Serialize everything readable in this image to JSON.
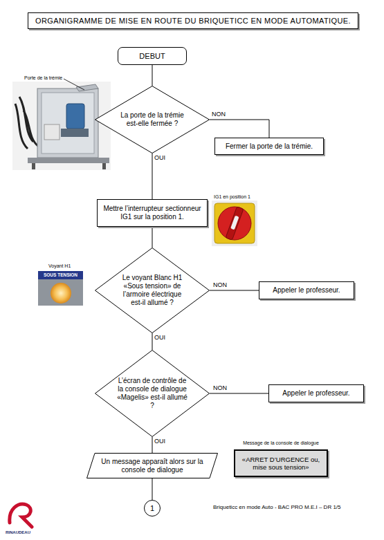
{
  "diagram": {
    "title": "ORGANIGRAMME DE MISE EN ROUTE DU BRIQUETICC EN MODE AUTOMATIQUE.",
    "nodes": [
      {
        "text": [
          "DEBUT"
        ]
      },
      {
        "text": [
          "La porte de la trémie est-elle fermée ?"
        ]
      },
      {
        "text": [
          "Fermer la porte de la trémie."
        ]
      },
      {
        "text": [
          "Mettre l’interrupteur sectionneur IG1 sur la position 1."
        ]
      },
      {
        "text": [
          "Le voyant Blanc H1 «Sous tension» de l’armoire électrique est-il allumé ?"
        ]
      },
      {
        "text": [
          "Appeler le professeur."
        ]
      },
      {
        "text": [
          "L’écran de contrôle de la console de dialogue «Magelis» est-il allumé ?"
        ]
      },
      {
        "text": [
          "Appeler le professeur."
        ]
      },
      {
        "text": [
          "Un message apparaît alors sur la console de dialogue"
        ]
      },
      {
        "text": [
          "Message de la console de dialogue",
          "«ARRET D’URGENCE ou, mise sous tension»"
        ]
      },
      {
        "text": [
          "1"
        ]
      }
    ],
    "edges": [
      {
        "from": 0,
        "to": 1,
        "arrow": "none"
      },
      {
        "from": 1,
        "to": 2,
        "label": "NON",
        "arrow": "none"
      },
      {
        "from": 1,
        "to": 3,
        "label": "OUI",
        "arrow": "none"
      },
      {
        "from": 3,
        "to": 4,
        "arrow": "none"
      },
      {
        "from": 4,
        "to": 5,
        "label": "NON",
        "arrow": "none"
      },
      {
        "from": 4,
        "to": 6,
        "label": "OUI",
        "arrow": "none"
      },
      {
        "from": 6,
        "to": 7,
        "label": "NON",
        "arrow": "none"
      },
      {
        "from": 6,
        "to": 8,
        "label": "OUI",
        "arrow": "none"
      },
      {
        "from": 8,
        "to": 10,
        "arrow": "none"
      }
    ],
    "labels": [
      "Porte de la trémie",
      "IG1 en position 1",
      "Voyant H1",
      "SOUS TENSION",
      "Briqueticc en mode Auto - BAC PRO M.E.I – DR 1/5",
      "RINAUDEAU"
    ]
  }
}
